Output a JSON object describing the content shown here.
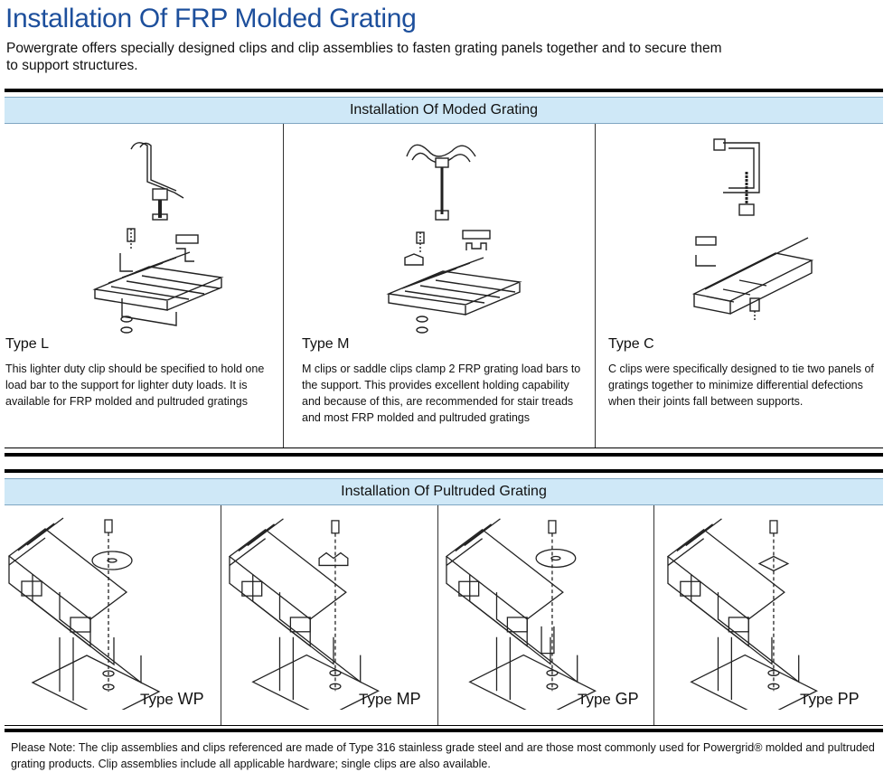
{
  "header": {
    "title": "Installation Of FRP Molded Grating",
    "intro": "Powergrate offers specially designed clips and clip assemblies to fasten grating panels together and to secure them to support structures."
  },
  "molded": {
    "band_title": "Installation Of Moded Grating",
    "types": [
      {
        "name": "Type L",
        "icon": "type-l-clip-illustration",
        "description": "This lighter duty clip should be specified to hold one load bar to the support for lighter duty loads. It is available for FRP molded and pultruded gratings"
      },
      {
        "name": "Type M",
        "icon": "type-m-clip-illustration",
        "description": "M clips or saddle clips clamp 2 FRP grating load bars to the support. This provides excellent holding capability and because of this, are recommended for stair treads and most FRP molded and pultruded gratings"
      },
      {
        "name": "Type C",
        "icon": "type-c-clip-illustration",
        "description": "C clips were specifically designed to tie two panels of gratings together to minimize differential defections when their joints fall between supports."
      }
    ]
  },
  "pultruded": {
    "band_title": "Installation Of Pultruded Grating",
    "types": [
      {
        "prefix": "Type",
        "code": "WP",
        "icon": "type-wp-assembly-illustration"
      },
      {
        "prefix": "Type",
        "code": "MP",
        "icon": "type-mp-assembly-illustration"
      },
      {
        "prefix": "Type",
        "code": "GP",
        "icon": "type-gp-assembly-illustration"
      },
      {
        "prefix": "Type",
        "code": "PP",
        "icon": "type-pp-assembly-illustration"
      }
    ]
  },
  "footer": {
    "note": "Please Note: The clip assemblies and clips referenced are made of Type 316 stainless grade steel and are those most commonly used for Powergrid® molded and pultruded grating products. Clip assemblies include all applicable hardware; single clips are also available."
  }
}
